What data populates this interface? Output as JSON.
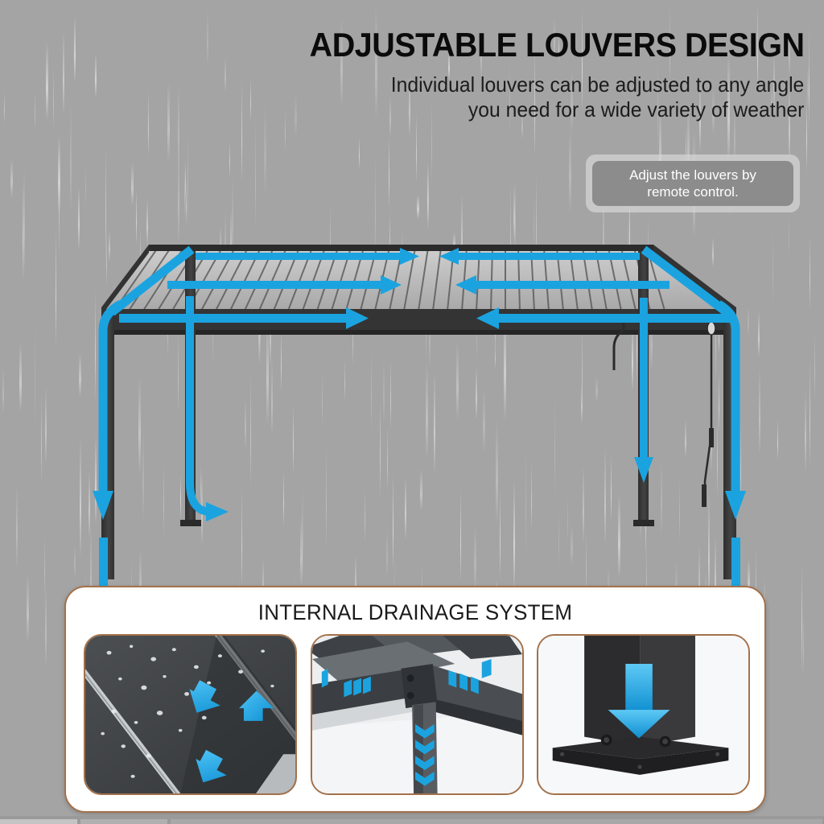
{
  "colors": {
    "background": "#a4a4a4",
    "arrow_blue": "#1ba3e0",
    "frame_dark": "#3a3a3a",
    "louver_light": "#b9b9b9",
    "panel_border": "#a3714a",
    "panel_bg": "#ffffff",
    "title_text": "#0b0b0b",
    "callout_fill": "#8c8c8c",
    "callout_outer": "#d6d6d6"
  },
  "header": {
    "title": "ADJUSTABLE LOUVERS DESIGN",
    "subtitle_line1": "Individual louvers can be adjusted to any angle",
    "subtitle_line2": "you need for a wide variety of weather"
  },
  "callout": {
    "line1": "Adjust the louvers by",
    "line2": "remote control."
  },
  "illustration": {
    "name": "louvered-pergola-rain-diagram",
    "description": "Aluminum louvered pergola shown in rain with cyan water-flow arrows running along the roof gutters, down the four posts and out at the post bases",
    "flow_arrows": [
      {
        "id": "roof-back-left",
        "direction": "right"
      },
      {
        "id": "roof-back-right",
        "direction": "left"
      },
      {
        "id": "roof-mid-left",
        "direction": "right"
      },
      {
        "id": "roof-mid-right",
        "direction": "left"
      },
      {
        "id": "roof-front-left",
        "direction": "right"
      },
      {
        "id": "roof-front-right",
        "direction": "left"
      },
      {
        "id": "post-front-left",
        "direction": "down"
      },
      {
        "id": "post-front-right",
        "direction": "down"
      },
      {
        "id": "post-rear-left",
        "direction": "down-out"
      },
      {
        "id": "post-rear-right",
        "direction": "down-out"
      }
    ]
  },
  "panel": {
    "title": "INTERNAL DRAINAGE SYSTEM",
    "thumbnails": [
      {
        "id": "louver-water-runoff",
        "name": "Louver blade with water droplets and blue runoff arrows",
        "arrow_count": 3
      },
      {
        "id": "corner-gutter-channel",
        "name": "Corner beam and post junction with blue chevron flow arrows",
        "arrow_count": 3
      },
      {
        "id": "post-base-outlet",
        "name": "Post base plate with large blue downward arrow",
        "arrow_count": 1
      }
    ]
  }
}
